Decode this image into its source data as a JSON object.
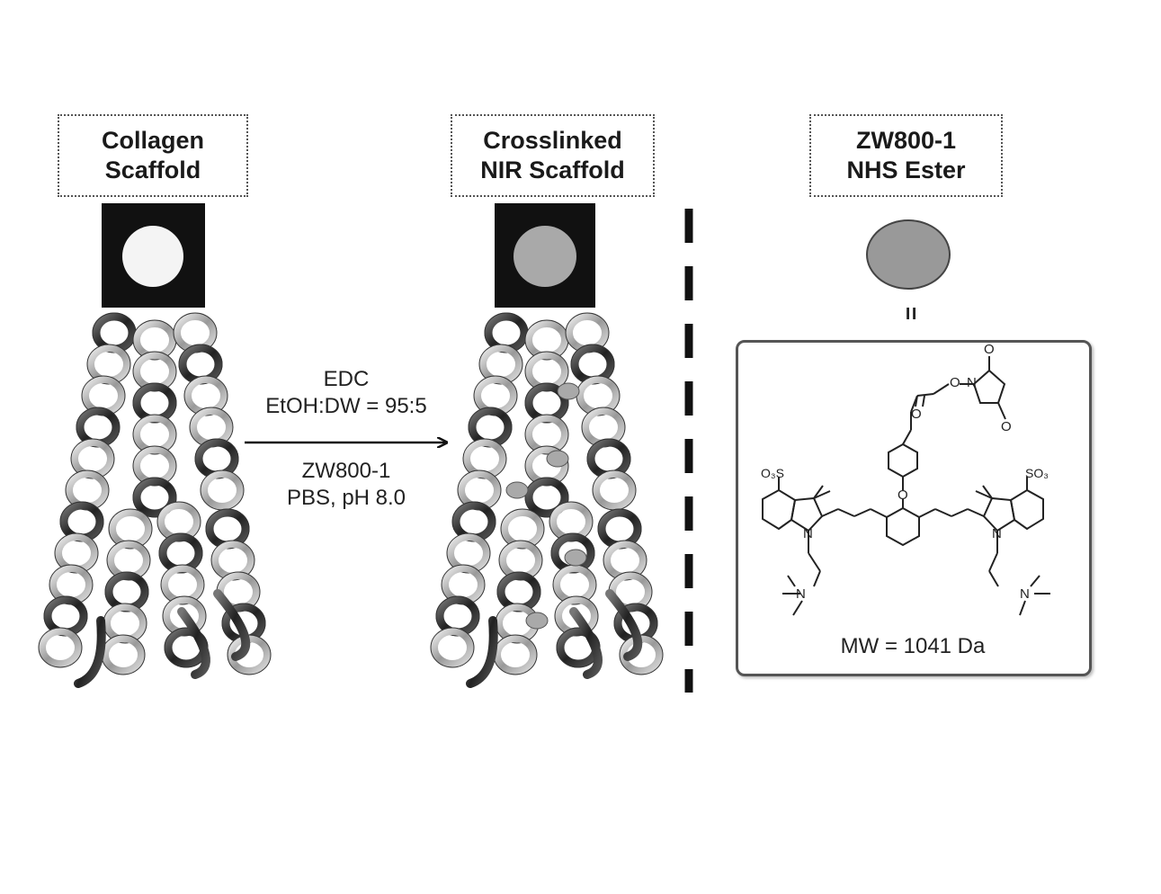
{
  "panels": {
    "collagen": {
      "line1": "Collagen",
      "line2": "Scaffold"
    },
    "crosslinked": {
      "line1": "Crosslinked",
      "line2": "NIR Scaffold"
    },
    "nhs": {
      "line1": "ZW800-1",
      "line2": "NHS Ester"
    }
  },
  "reaction": {
    "above1": "EDC",
    "above2": "EtOH:DW = 95:5",
    "below1": "ZW800-1",
    "below2": "PBS, pH 8.0"
  },
  "equals_sign": "=",
  "structure": {
    "mw": "MW = 1041 Da",
    "so3_left": "O₃S",
    "so3_right": "SO₃",
    "n_left": "N",
    "n_right": "N",
    "nme3_left": "N",
    "nme3_right": "N",
    "o_ether": "O",
    "o_ester": "O",
    "n_imide": "N",
    "o_imide1": "O",
    "o_imide2": "O",
    "o_carbonyl": "O"
  },
  "colors": {
    "disc_white": "#f4f4f4",
    "disc_gray": "#a9a9a9",
    "oval_gray": "#999999"
  }
}
